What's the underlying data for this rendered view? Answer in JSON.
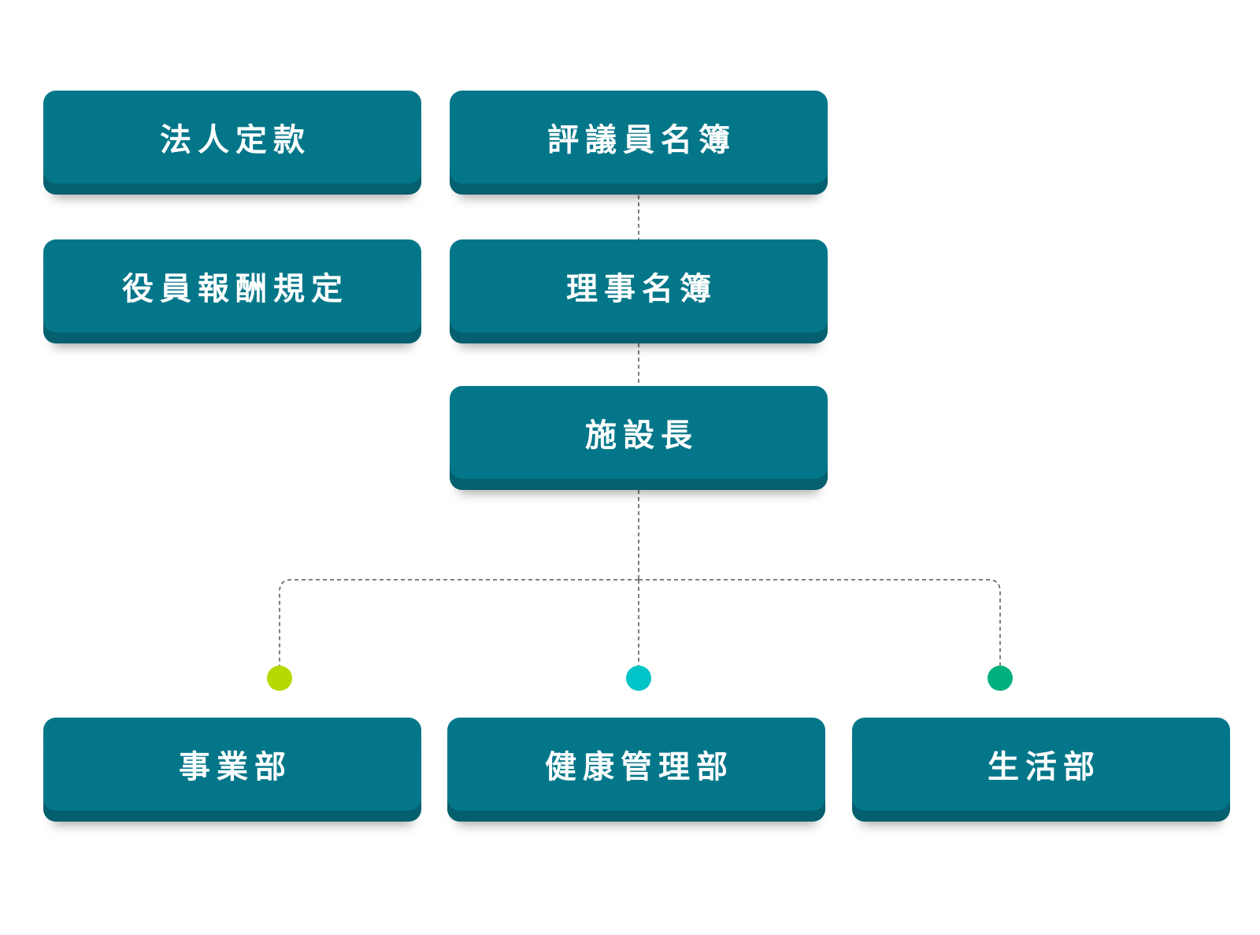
{
  "boxes": {
    "articles": "法人定款",
    "councilors": "評議員名簿",
    "officer_compensation": "役員報酬規定",
    "directors": "理事名簿",
    "facility_director": "施設長",
    "business_dept": "事業部",
    "health_dept": "健康管理部",
    "living_dept": "生活部"
  },
  "colors": {
    "box": "#037789",
    "box_shadow": "#045f6e",
    "connector": "#555555",
    "dot_business": "#b7d800",
    "dot_health": "#00c4c7",
    "dot_living": "#00b07e"
  }
}
